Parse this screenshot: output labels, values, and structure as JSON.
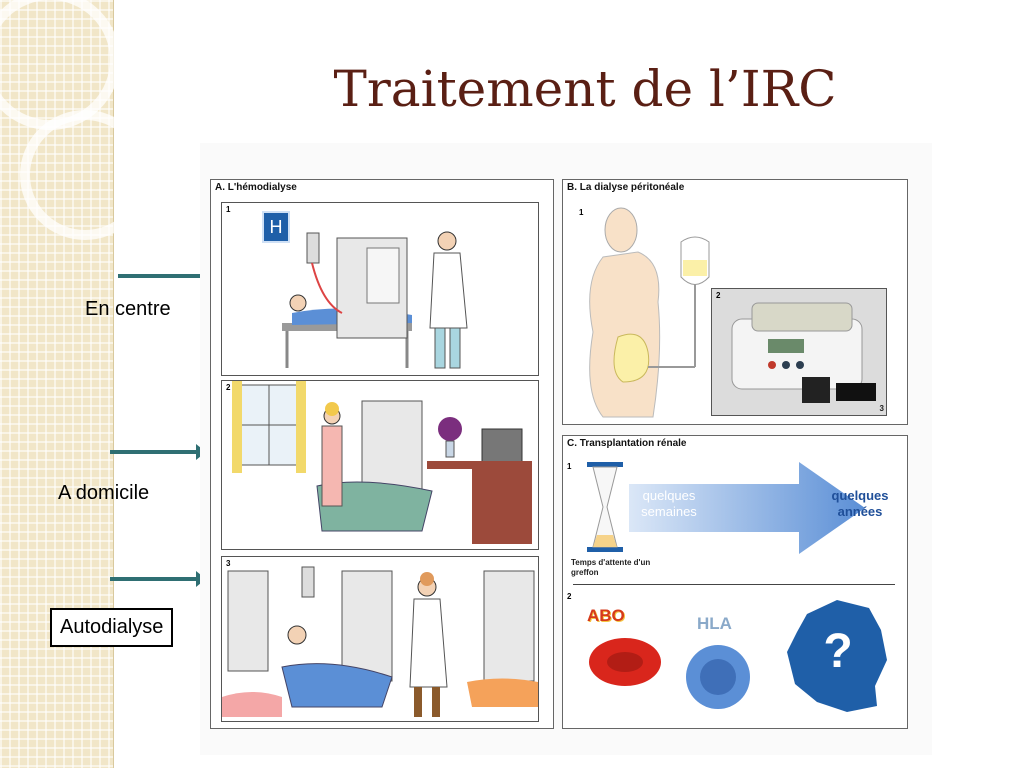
{
  "slide": {
    "title": "Traitement de l’IRC",
    "labels": [
      "En centre",
      "A domicile",
      "Autodialyse"
    ]
  },
  "figure": {
    "panel_a": {
      "title": "A. L'hémodialyse",
      "sub1_num": "1",
      "sub2_num": "2",
      "sub3_num": "3",
      "hospital_sign": "H"
    },
    "panel_b": {
      "title": "B. La dialyse péritonéale",
      "sub1_num": "1",
      "sub2_num": "2",
      "sub3_num": "3"
    },
    "panel_c": {
      "title": "C. Transplantation rénale",
      "sub1_num": "1",
      "sub2_num": "2",
      "arrow_text_inside": "quelques semaines",
      "arrow_text_end": "quelques années",
      "hourglass_caption": "Temps d'attente d'un greffon",
      "abo": "ABO",
      "hla": "HLA",
      "question": "?"
    }
  },
  "colors": {
    "title": "#5a1f14",
    "arrow": "#2f6f73",
    "blue_arrow": "#5b8fd6",
    "france": "#1f5fa8"
  }
}
